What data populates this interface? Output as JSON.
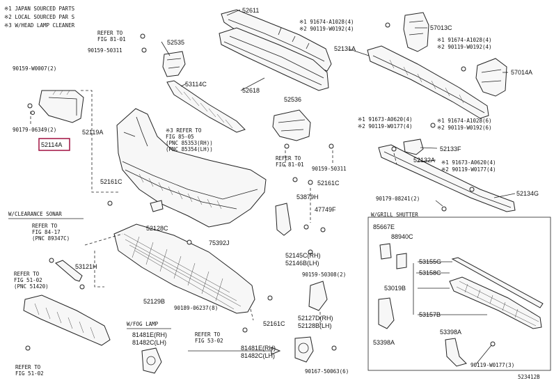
{
  "legend": [
    "※1 JAPAN SOURCED PARTS",
    "※2 LOCAL SOURCED PAR S",
    "※3 W/HEAD LAMP CLEANER"
  ],
  "refs": {
    "fig8101_a": "REFER TO\nFIG 81-01",
    "fig8505": "※3 REFER TO\nFIG 85-05\n(PNC 85353(RH))\n(PNC 85354(LH))",
    "fig8101_b": "REFER TO\nFIG 81-01",
    "fig8417": "REFER TO\nFIG 84-17\n(PNC 89347C)",
    "fig5102_a": "REFER TO\nFIG 51-02\n(PNC 51420)",
    "fig5302": "REFER TO\nFIG 53-02",
    "fig5102_b": "REFER TO\nFIG 51-02"
  },
  "sections": {
    "clearance_sonar": "W/CLEARANCE SONAR",
    "fog_lamp": "W/FOG LAMP",
    "grill_shutter": "W/GRILL SHUTTER"
  },
  "parts": {
    "p52611": "52611",
    "p52535": "52535",
    "p90159_50311a": "90159-50311",
    "p90159_w0007": "90159-W0007(2)",
    "p53114c": "53114C",
    "p52618": "52618",
    "p90179_06349": "90179-06349(2)",
    "p52114a": "52114A",
    "p52119a": "52119A",
    "p52536": "52536",
    "p90159_50311b": "90159-50311",
    "p52161c_a": "52161C",
    "p52161c_b": "52161C",
    "p52161c_c": "52161C",
    "p53879h": "53879H",
    "p47749f": "47749F",
    "p52128c": "52128C",
    "p75392j": "75392J",
    "p52145c": "52145C(RH)",
    "p52146b": "52146B(LH)",
    "p53121h": "53121H",
    "p90159_50308": "90159-50308(2)",
    "p52129b": "52129B",
    "p90189_06237": "90189-06237(8)",
    "p52127d": "52127D(RH)",
    "p52128b": "52128B(LH)",
    "p81481e_a": "81481E(RH)",
    "p81482c_a": "81482C(LH)",
    "p81481e_b": "81481E(RH)",
    "p81482c_b": "81482C(LH)",
    "p90167_50063": "90167-50063(6)",
    "p91674_a1028a": "※1 91674-A1028(4)",
    "p290119_w0192a": "※2 90119-W0192(4)",
    "p57013c": "57013C",
    "p52131a": "52131A",
    "p91674_a1028b": "※1 91674-A1028(4)",
    "p290119_w0192b": "※2 90119-W0192(4)",
    "p57014a": "57014A",
    "p91673_a0620a": "※1 91673-A0620(4)",
    "p290119_w0177a": "※2 90119-W0177(4)",
    "p91674_a1028c": "※1 91674-A1028(6)",
    "p290119_w0192c": "※2 90119-W0192(6)",
    "p52133f": "52133F",
    "p52132a": "52132A",
    "p91673_a0620b": "※1 91673-A0620(4)",
    "p290119_w0177b": "※2 90119-W0177(4)",
    "p90179_08241": "90179-08241(2)",
    "p52134g": "52134G",
    "p85667e": "85667E",
    "p88940c": "88940C",
    "p53155g": "53155G",
    "p53158c": "53158C",
    "p53019b": "53019B",
    "p53157b": "53157B",
    "p53398a_a": "53398A",
    "p53398a_b": "53398A",
    "p90119_w0177": "90119-W0177(3)",
    "diagram_id": "523412B"
  }
}
